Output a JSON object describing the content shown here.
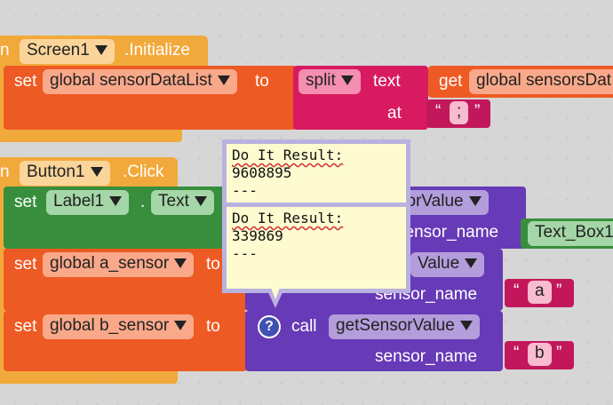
{
  "screen_event": {
    "prefix": "n",
    "component": "Screen1",
    "event": ".Initialize"
  },
  "set_sensor_list": {
    "set": "set",
    "var": "global sensorDataList",
    "to": "to",
    "split": "split",
    "text": "text",
    "get": "get",
    "get_var": "global sensorsDat",
    "at": "at",
    "sep": ";"
  },
  "button_event": {
    "prefix": "n",
    "component": "Button1",
    "event": ".Click"
  },
  "set_label": {
    "set": "set",
    "component": "Label1",
    "dot": ".",
    "prop": "Text",
    "fn_partial": "sorValue",
    "arg_partial": "sensor_name",
    "arg_value": "Text_Box1"
  },
  "set_a": {
    "set": "set",
    "var": "global a_sensor",
    "to": "to",
    "fn_partial": "Value",
    "arg": "sensor_name",
    "value": "a"
  },
  "set_b": {
    "set": "set",
    "var": "global b_sensor",
    "to": "to",
    "call": "call",
    "fn": "getSensorValue",
    "arg": "sensor_name",
    "value": "b"
  },
  "tooltip1": {
    "title": "Do It Result:",
    "value": "9608895",
    "sep": "---"
  },
  "tooltip2": {
    "title": "Do It Result:",
    "value": "339869",
    "sep": "---"
  },
  "question_icon": "question-icon",
  "colors": {
    "event": "#f2a93b",
    "set": "#ee5a24",
    "text": "#d81b60",
    "component": "#388e3c",
    "procedure": "#673ab7",
    "string": "#c2185b"
  }
}
